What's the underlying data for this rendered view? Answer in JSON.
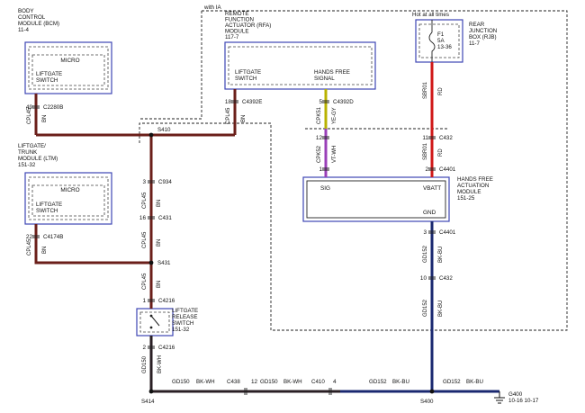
{
  "header": {
    "with_ia": "with IA",
    "hot_at_all_times": "Hot at all times"
  },
  "modules": {
    "bcm": {
      "name": [
        "BODY",
        "CONTROL",
        "MODULE (BCM)",
        "11-4"
      ],
      "micro": "MICRO",
      "switch": [
        "LIFTGATE",
        "SWITCH"
      ]
    },
    "ltm": {
      "name": [
        "LIFTGATE/",
        "TRUNK",
        "MODULE (LTM)",
        "151-32"
      ],
      "micro": "MICRO",
      "switch": [
        "LIFTGATE",
        "SWITCH"
      ]
    },
    "rfa": {
      "name": [
        "REMOTE",
        "FUNCTION",
        "ACTUATOR (RFA)",
        "MODULE",
        "117-7"
      ],
      "liftgate_switch": [
        "LIFTGATE",
        "SWITCH"
      ],
      "hands_free": [
        "HANDS FREE",
        "SIGNAL"
      ]
    },
    "rjb": {
      "name": [
        "REAR",
        "JUNCTION",
        "BOX (RJB)",
        "11-7"
      ],
      "fuse": [
        "F1",
        "5A",
        "13-36"
      ]
    },
    "hfam": {
      "name": [
        "HANDS FREE",
        "ACTUATION",
        "MODULE",
        "151-25"
      ],
      "sig": "SIG",
      "vbatt": "VBATT",
      "gnd": "GND"
    },
    "release_switch": {
      "name": [
        "LIFTGATE",
        "RELEASE",
        "SWITCH",
        "151-32"
      ]
    }
  },
  "connectors": {
    "c2280b": "C2280B",
    "c4174b": "C4174B",
    "c4392e": "C4392E",
    "c4392d": "C4392D",
    "c934": "C934",
    "c431_a": "C431",
    "c4216_a": "C4216",
    "c4216_b": "C4216",
    "c432_a": "C432",
    "c4401_a": "C4401",
    "c4401_b": "C4401",
    "c432_b": "C432",
    "c438": "C438",
    "c410": "C410"
  },
  "pins": {
    "p49": "49",
    "p22": "22",
    "p18": "18",
    "p5": "5",
    "p12": "12",
    "p11": "11",
    "p2": "2",
    "p1_a": "1",
    "p3_a": "3",
    "p16": "16",
    "p1_b": "1",
    "p2_b": "2",
    "p3_b": "3",
    "p10": "10",
    "p12_h": "12",
    "p4_h": "4"
  },
  "splices": {
    "s410": "S410",
    "s431": "S431",
    "s414": "S414",
    "s400": "S400"
  },
  "wires": {
    "cpl45": "CPL45",
    "bn": "BN",
    "cpk51": "CPK51",
    "ye_gy": "YE-GY",
    "cpk52": "CPK52",
    "vt_wh": "VT-WH",
    "sbr01": "SBR01",
    "rd": "RD",
    "gd152": "GD152",
    "bk_bu": "BK-BU",
    "gd150": "GD150",
    "bk_wh": "BK-WH"
  },
  "ground": {
    "name": "G400",
    "refs": "10-16   10-17"
  },
  "colors": {
    "brown": "#6b1f1a",
    "red": "#d01818",
    "navy": "#1a2870",
    "yellow_green": "#b8b200",
    "violet": "#9a3fb8",
    "module_border": "#3e45b5"
  }
}
